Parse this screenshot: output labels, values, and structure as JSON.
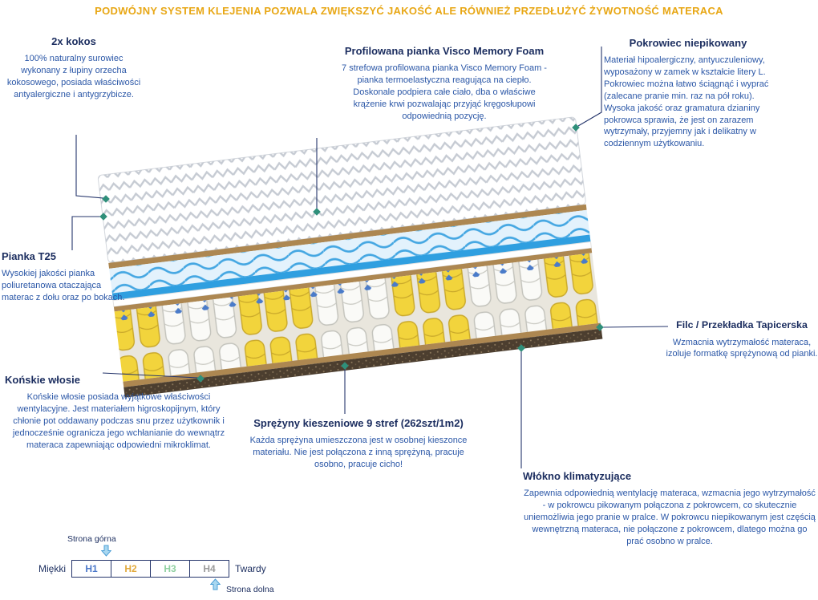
{
  "banner": {
    "text": "PODWÓJNY SYSTEM KLEJENIA POZWALA ZWIĘKSZYĆ JAKOŚĆ ALE RÓWNIEŻ PRZEDŁUŻYĆ ŻYWOTNOŚĆ MATERACA"
  },
  "annotations": {
    "kokos": {
      "title": "2x kokos",
      "body": "100% naturalny surowiec wykonany z łupiny orzecha kokosowego, posiada właściwości antyalergiczne i antygrzybicze."
    },
    "visco": {
      "title": "Profilowana pianka Visco Memory Foam",
      "body": "7 strefowa profilowana pianka Visco Memory Foam - pianka termoelastyczna reagująca na ciepło.  Doskonale podpiera całe ciało, dba o właściwe krążenie krwi pozwalając przyjąć kręgosłupowi odpowiednią pozycję."
    },
    "pokrowiec": {
      "title": "Pokrowiec niepikowany",
      "body": "Materiał hipoalergiczny, antyuczuleniowy, wyposażony w zamek w kształcie litery L. Pokrowiec można łatwo ściągnąć i wyprać (zalecane pranie min.  raz na pół roku). Wysoka jakość oraz gramatura dzianiny pokrowca sprawia, że jest on zarazem wytrzymały, przyjemny jak i delikatny w codziennym użytkowaniu."
    },
    "pianka": {
      "title": "Pianka T25",
      "body": "Wysokiej jakości pianka poliuretanowa otaczająca materac z dołu oraz po bokach."
    },
    "wlosie": {
      "title": "Końskie włosie",
      "body": "Końskie włosie posiada wyjątkowe właściwości wentylacyjne. Jest materiałem higroskopijnym, który chłonie pot oddawany podczas snu przez użytkownik i jednocześnie ogranicza jego wchłanianie do wewnątrz materaca zapewniając odpowiedni mikroklimat."
    },
    "sprezyny": {
      "title": "Sprężyny kieszeniowe 9 stref (262szt/1m2)",
      "body": "Każda sprężyna umieszczona jest w osobnej kieszonce materiału. Nie jest połączona z inną sprężyną, pracuje osobno, pracuje cicho!"
    },
    "filc": {
      "title": "Filc / Przekładka Tapicerska",
      "body": "Wzmacnia wytrzymałość materaca, izoluje formatkę sprężynową od pianki."
    },
    "wlokno": {
      "title": "Włókno klimatyzujące",
      "body": "Zapewnia odpowiednią wentylację materaca, wzmacnia jego wytrzymałość - w pokrowcu pikowanym połączona z pokrowcem, co skutecznie uniemożliwia jego pranie w pralce. W pokrowcu niepikowanym jest częścią wewnętrzną materaca, nie połączone z pokrowcem, dlatego można go prać osobno w pralce."
    }
  },
  "hardness_scale": {
    "top_label": "Strona górna",
    "bottom_label": "Strona dolna",
    "soft_label": "Miękki",
    "hard_label": "Twardy",
    "levels": [
      {
        "label": "H1",
        "color": "#4A77C9"
      },
      {
        "label": "H2",
        "color": "#E2A93B"
      },
      {
        "label": "H3",
        "color": "#8FD0A0"
      },
      {
        "label": "H4",
        "color": "#9A9A9A"
      }
    ]
  },
  "colors": {
    "accent_gold": "#E8A715",
    "heading_navy": "#1B2D5F",
    "body_blue": "#2B57A7",
    "connector_navy": "#25356B",
    "marker_teal": "#2F8F7A",
    "spring_yellow": "#F2D43C",
    "visco_blue": "#2F9FE0",
    "coir_tan": "#AD8751",
    "base_brown": "#4C3E2F",
    "arrow_blue": "#A8D7F0"
  },
  "icons": {
    "arrow-down-icon": "⬇",
    "arrow-up-icon": "⬆",
    "connector-diamond-icon": "◆"
  }
}
